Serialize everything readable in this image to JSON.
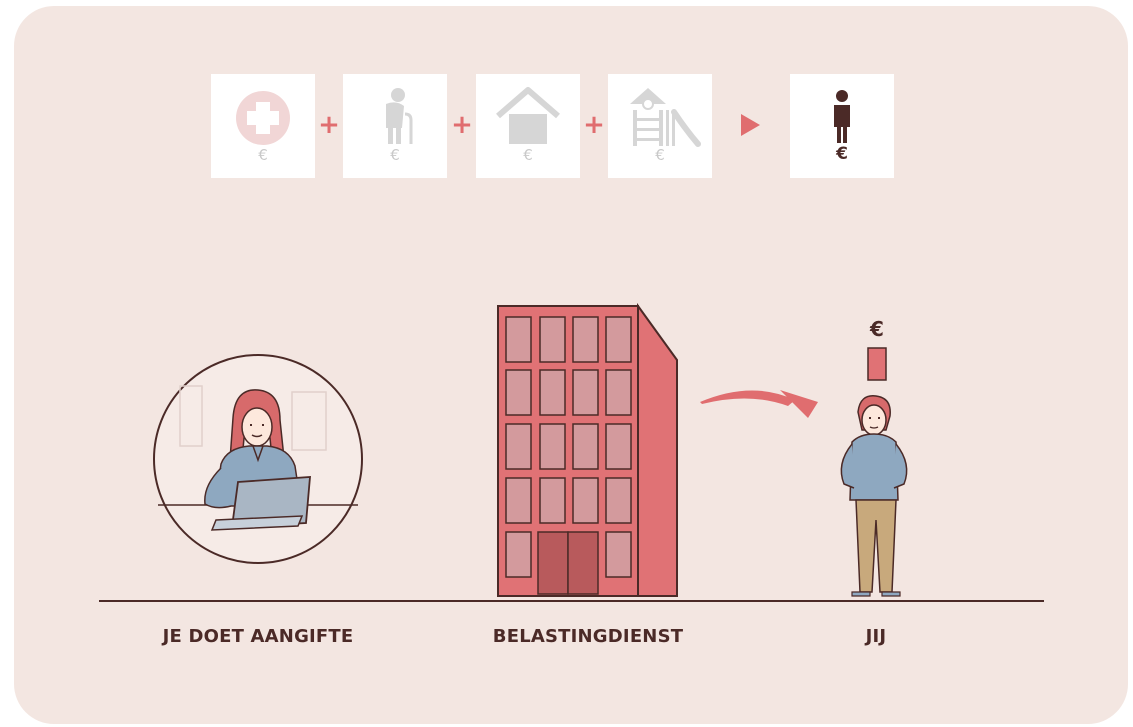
{
  "colors": {
    "background": "#f3e6e1",
    "accent": "#e06d6f",
    "dark": "#4b2a27",
    "faded_icon": "#dadada",
    "building": "#e07275"
  },
  "formula": {
    "items": [
      {
        "icon": "medical-cross-icon",
        "currency": "€"
      },
      {
        "icon": "elderly-person-icon",
        "currency": "€"
      },
      {
        "icon": "house-icon",
        "currency": "€"
      },
      {
        "icon": "playground-icon",
        "currency": "€"
      }
    ],
    "operator": "+",
    "result": {
      "icon": "person-icon",
      "currency": "€"
    }
  },
  "scene": {
    "money_label": "€"
  },
  "captions": {
    "left": "JE DOET AANGIFTE",
    "center": "BELASTINGDIENST",
    "right": "JIJ"
  }
}
